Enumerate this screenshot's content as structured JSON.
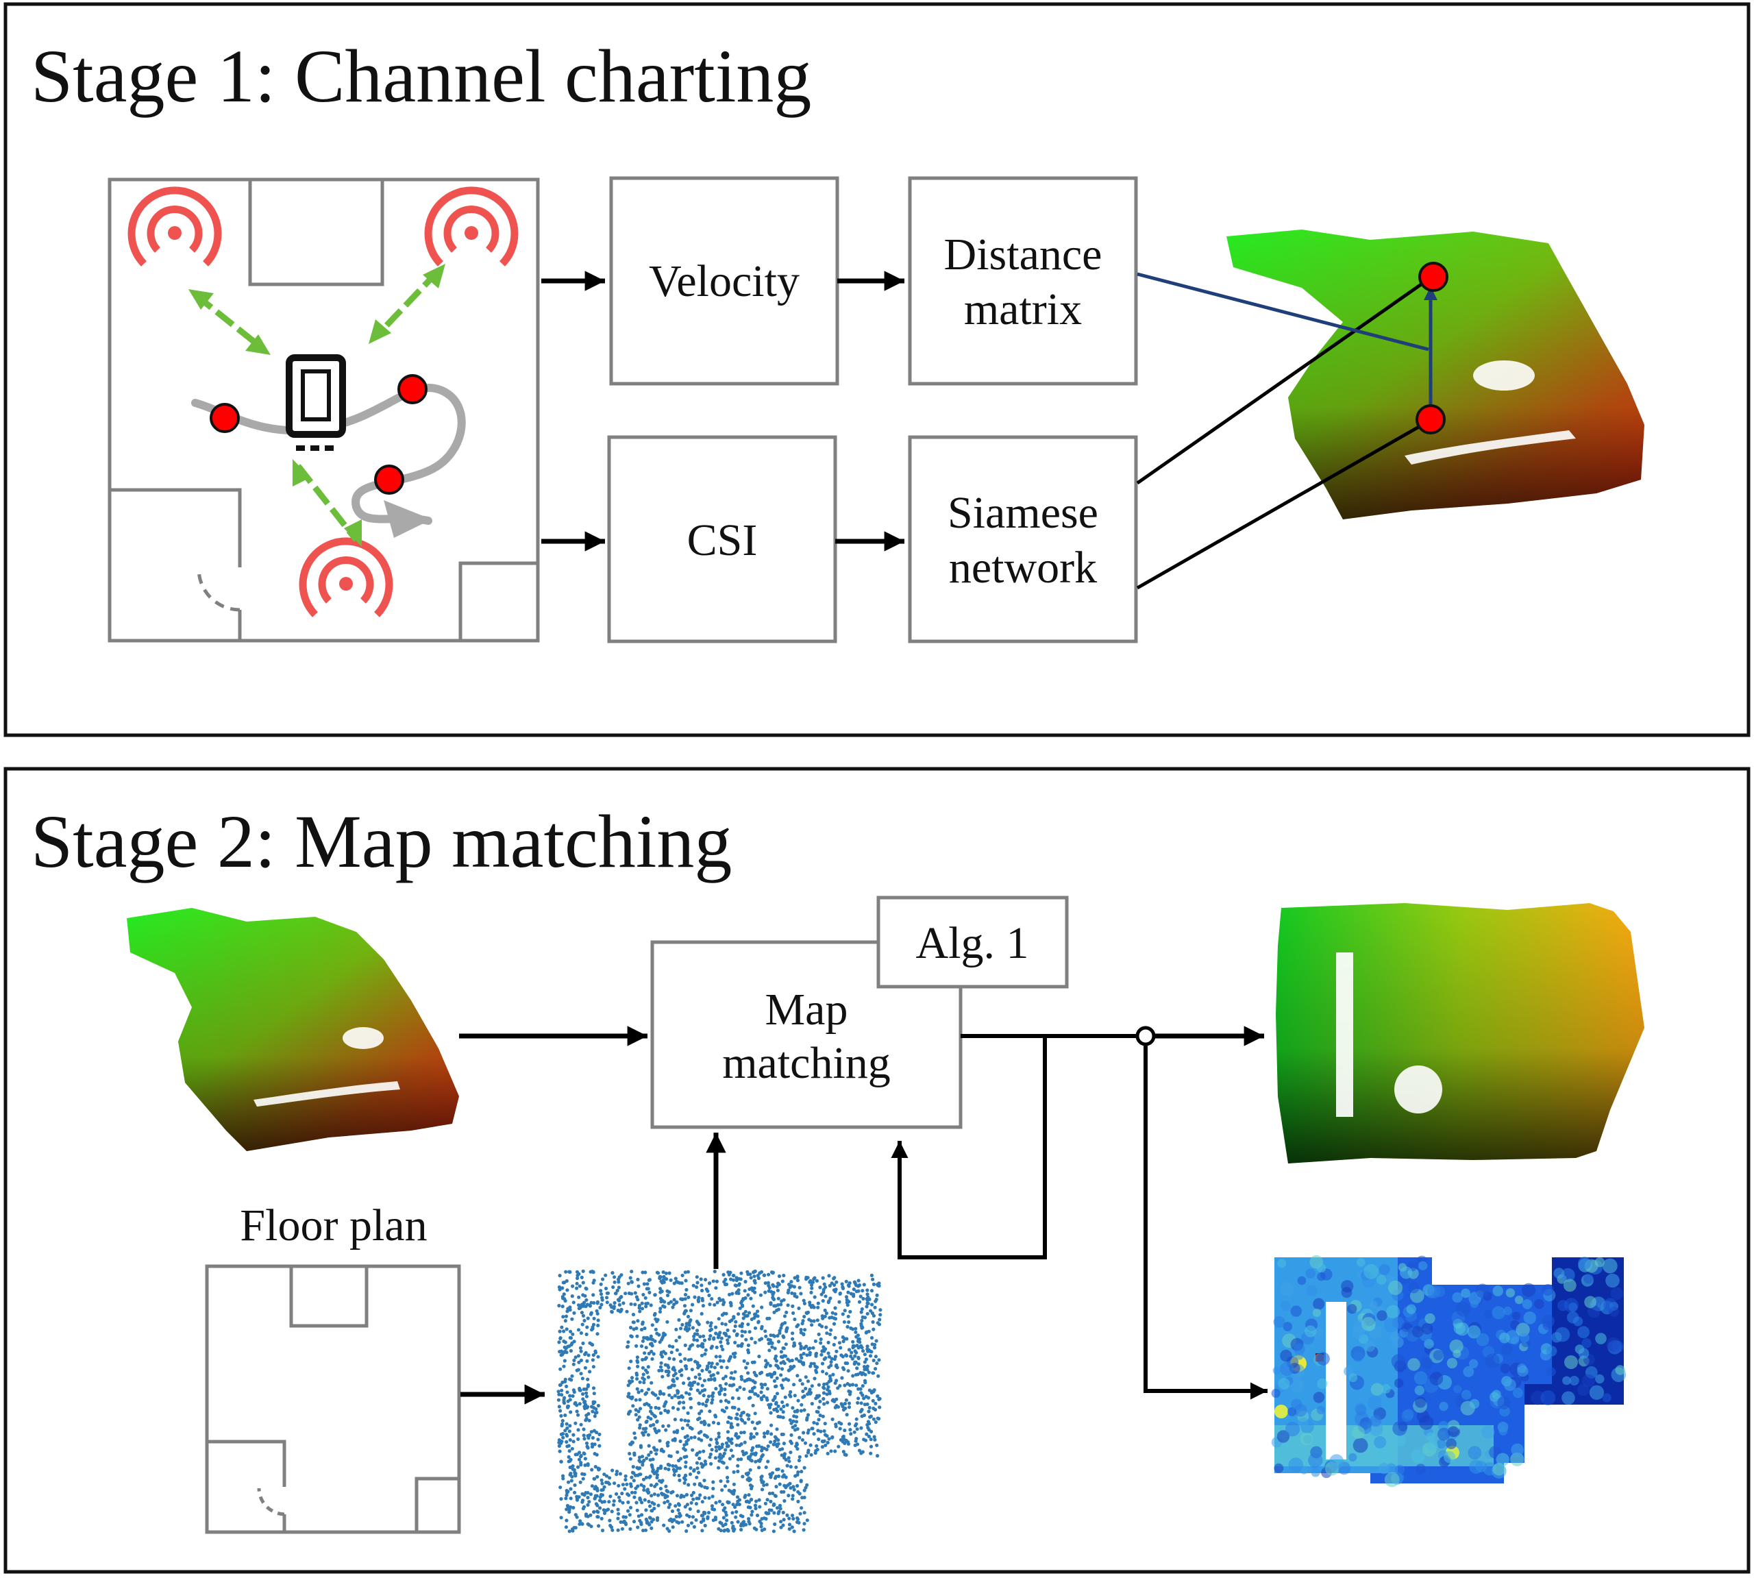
{
  "stage1": {
    "title": "Stage 1: Channel charting",
    "blocks": {
      "velocity": "Velocity",
      "distance_line1": "Distance",
      "distance_line2": "matrix",
      "csi": "CSI",
      "siamese_line1": "Siamese",
      "siamese_line2": "network"
    }
  },
  "stage2": {
    "title": "Stage 2: Map matching",
    "alg_label": "Alg. 1",
    "map_line1": "Map",
    "map_line2": "matching",
    "floor_plan_label": "Floor plan"
  },
  "colors": {
    "frame": "#111111",
    "block_border": "#808080",
    "arrow": "#000000",
    "green_arrow": "#6cbd3a",
    "antenna": "#ef5350",
    "point_red": "#ff0000",
    "navy_line": "#1f3f7a",
    "path_gray": "#a9a9a9",
    "scatter_blue": "#2f7ab5"
  },
  "icons": [
    "antenna-icon",
    "phone-icon",
    "arrow-icon"
  ]
}
